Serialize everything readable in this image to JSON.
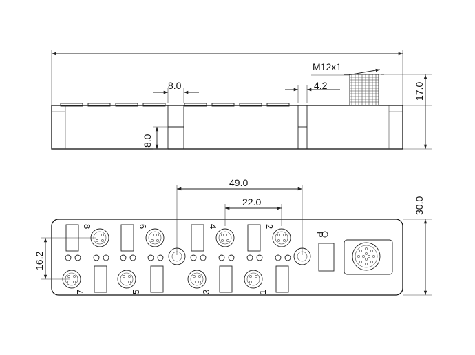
{
  "dimensions": {
    "overall_length": "",
    "height_total": "17.0",
    "slot_width": "8.0",
    "slot_depth": "8.0",
    "step": "4.2",
    "thread": "M12x1",
    "hole_spacing": "49.0",
    "port_spacing": "22.0",
    "width": "30.0",
    "row_spacing": "16.2"
  },
  "port_labels": {
    "p1": "1",
    "p2": "2",
    "p3": "3",
    "p4": "4",
    "p5": "5",
    "p6": "6",
    "p7": "7",
    "p8": "8"
  },
  "power_label": "P"
}
